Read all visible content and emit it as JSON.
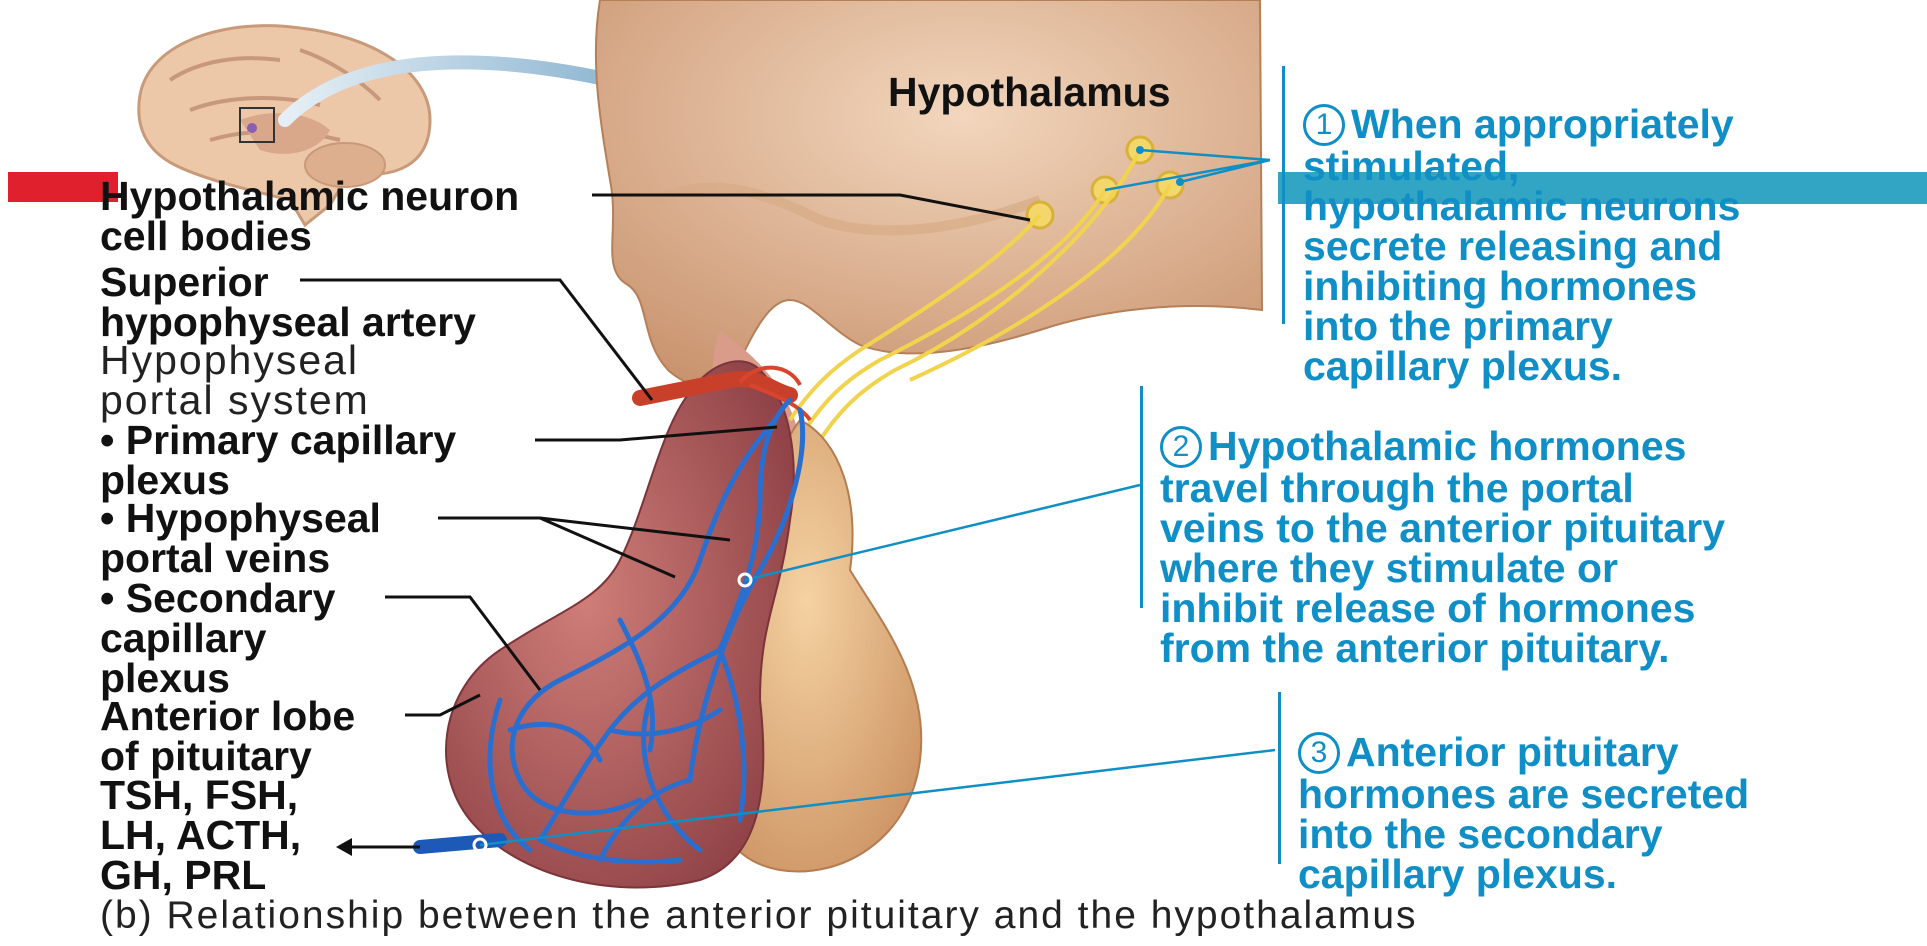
{
  "colors": {
    "step_text": "#0f8fc6",
    "label_text": "#111111",
    "red_band": "#e0202c",
    "teal_band": "#1b9bbd",
    "tissue": "#e7c4a6",
    "anterior_lobe": "#b65f5f",
    "posterior_lobe": "#e3b37f",
    "vessels": "#2a6fd0",
    "artery": "#c8402a"
  },
  "labels": {
    "hypothalamus": "Hypothalamus",
    "neuron_cell_bodies": "Hypothalamic neuron\ncell bodies",
    "superior_artery": "Superior\nhypophyseal artery",
    "portal_system": "Hypophyseal\nportal system",
    "primary_plexus": "• Primary capillary\n   plexus",
    "portal_veins": "• Hypophyseal\n   portal veins",
    "secondary_plexus": "• Secondary\n   capillary\n   plexus",
    "anterior_lobe": "Anterior lobe\nof pituitary",
    "hormones": "TSH, FSH,\nLH, ACTH,\nGH, PRL"
  },
  "steps": [
    {
      "number": "1",
      "text": "When appropriately\nstimulated,\nhypothalamic neurons\nsecrete releasing and\ninhibiting hormones\ninto the primary\ncapillary plexus."
    },
    {
      "number": "2",
      "text": "Hypothalamic hormones\ntravel through the portal\nveins to the anterior pituitary\nwhere they stimulate or\ninhibit release of hormones\nfrom the anterior pituitary."
    },
    {
      "number": "3",
      "text": "Anterior pituitary\nhormones are secreted\ninto the secondary\ncapillary plexus."
    }
  ],
  "caption": "(b) Relationship between the anterior pituitary and the hypothalamus"
}
